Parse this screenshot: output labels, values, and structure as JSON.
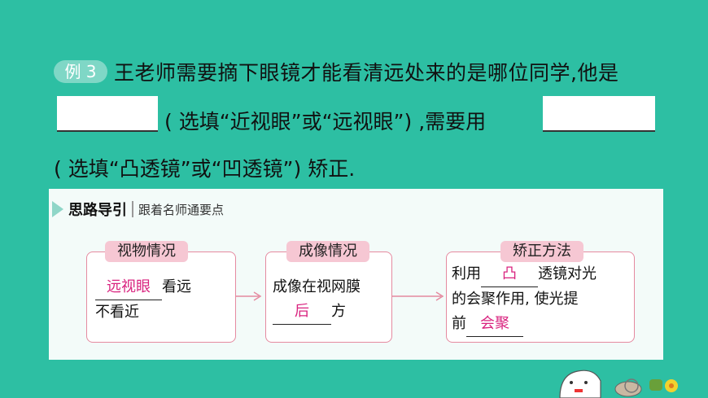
{
  "example": {
    "badge": "例 3",
    "line1": "王老师需要摘下眼镜才能看清远处来的是哪位同学,他是",
    "line2_mid": "( 选填“近视眼”或“远视眼”) ,需要用",
    "line3": "( 选填“凸透镜”或“凹透镜”) 矫正."
  },
  "guide": {
    "title": "思路导引",
    "subtitle": "跟着名师通要点"
  },
  "cards": [
    {
      "tag": "视物情况",
      "answer": "远视眼",
      "after_answer": "看远",
      "line2": "不看近"
    },
    {
      "tag": "成像情况",
      "line1": "成像在视网膜",
      "answer": "后",
      "after_answer": "方"
    },
    {
      "tag": "矫正方法",
      "before_answer": "利用",
      "answer": "凸",
      "after_answer": "透镜对光",
      "line2": "的会聚作用, 使光提",
      "line3_before": "前",
      "line3_answer": "会聚"
    }
  ],
  "colors": {
    "background": "#2dbfa3",
    "card_border": "#e58aa0",
    "tag_fill": "#f6c7d3",
    "answer": "#d9237f",
    "arrow": "#e58aa0"
  }
}
